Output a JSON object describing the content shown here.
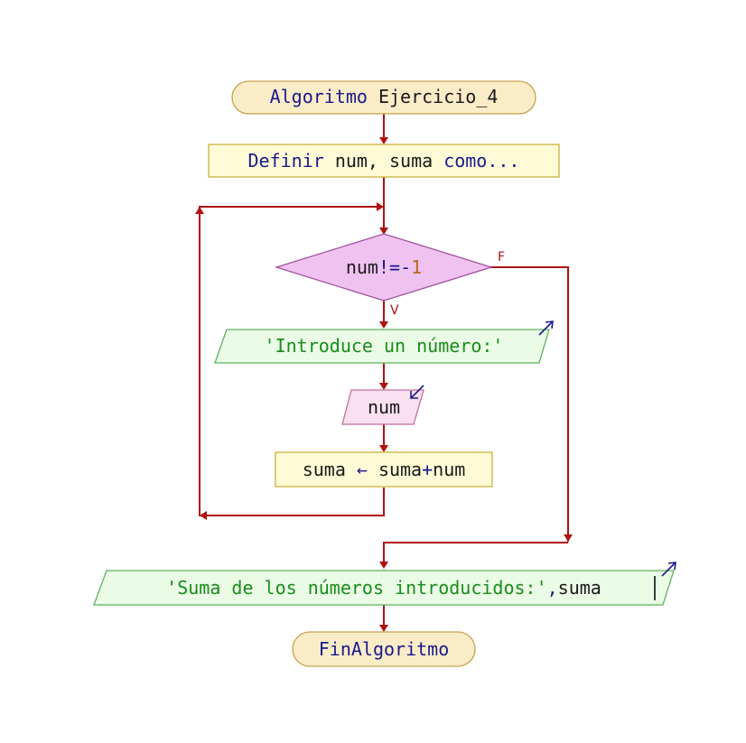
{
  "flowchart": {
    "start": {
      "keyword": "Algoritmo",
      "name": "Ejercicio_4"
    },
    "define": {
      "keyword": "Definir",
      "vars": "num, suma",
      "suffix": "como..."
    },
    "loop_condition": {
      "var": "num",
      "op": "!=",
      "minus": "-",
      "value": "1"
    },
    "true_label": "V",
    "false_label": "F",
    "prompt_output": {
      "text": "'Introduce un número:'"
    },
    "read_input": {
      "var": "num"
    },
    "assignment": {
      "target": "suma",
      "arrow": "←",
      "expr_a": "suma",
      "plus": "+",
      "expr_b": "num"
    },
    "result_output": {
      "text": "'Suma de los números introducidos:'",
      "comma": ",",
      "var": "suma"
    },
    "end": {
      "keyword": "FinAlgoritmo"
    }
  },
  "colors": {
    "terminal_fill": "#fbecc8",
    "process_fill": "#fffbd6",
    "decision_fill": "#f0c2f0",
    "output_fill": "#eafbe6",
    "input_fill": "#fbe0ef",
    "edge": "#b01010",
    "keyword": "#1a1a8c",
    "string": "#1a8c1a",
    "number": "#b06a1a"
  },
  "icons": {
    "output": "output-arrow-icon",
    "input": "input-arrow-icon"
  }
}
